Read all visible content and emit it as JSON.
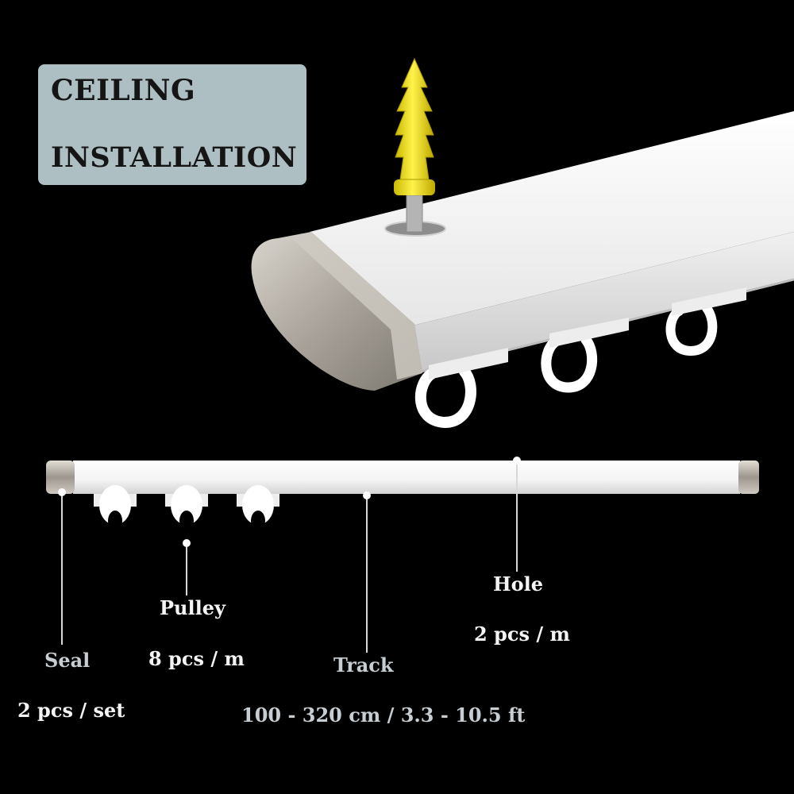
{
  "badge": {
    "line1": "CEILING",
    "line2": "INSTALLATION"
  },
  "labels": {
    "seal": "Seal",
    "seal_qty": "2 pcs / set",
    "pulley": "Pulley",
    "pulley_qty": "8 pcs / m",
    "track": "Track",
    "track_length": "100 - 320 cm / 3.3 - 10.5 ft",
    "hole": "Hole",
    "hole_qty": "2 pcs / m"
  },
  "colors": {
    "background": "#000000",
    "badge": "#aebfc3",
    "track": "#ffffff",
    "end_cap": "#b9b3ab",
    "anchor": "#f2e320"
  },
  "icons": [
    "wall-anchor-icon",
    "screw-icon",
    "pulley-hook-icon",
    "end-cap-icon"
  ]
}
